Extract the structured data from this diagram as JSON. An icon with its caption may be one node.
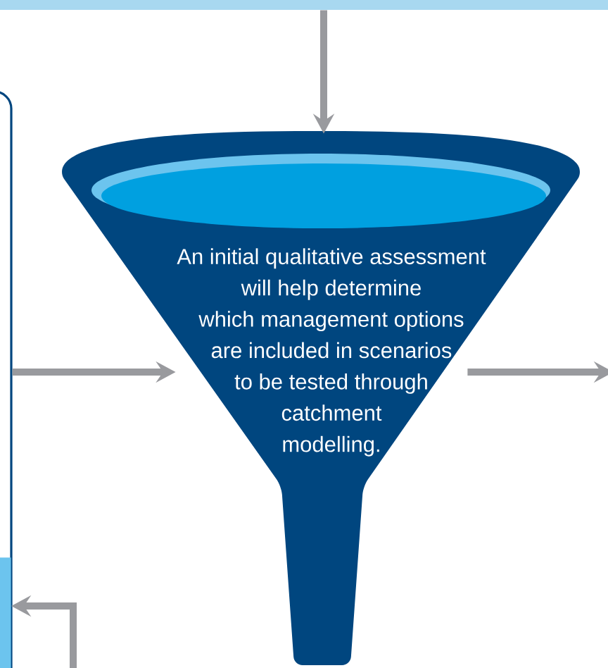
{
  "diagram": {
    "nodes": [
      {
        "text": [],
        "shape": "bar"
      },
      {
        "text": [],
        "shape": "box"
      },
      {
        "text": [
          "An initial qualitative assessment will help determine which management options are included in scenarios to be tested through catchment modelling."
        ]
      },
      {
        "text": [],
        "shape": "box",
        "in": 1
      }
    ],
    "edges": [
      {
        "from": 0,
        "to": 2,
        "arrow": "to"
      },
      {
        "from": 1,
        "to": 2,
        "arrow": "to"
      },
      {
        "from": 2,
        "to": null,
        "arrow": "to"
      },
      {
        "from": null,
        "to": 3,
        "arrow": "to"
      }
    ]
  }
}
